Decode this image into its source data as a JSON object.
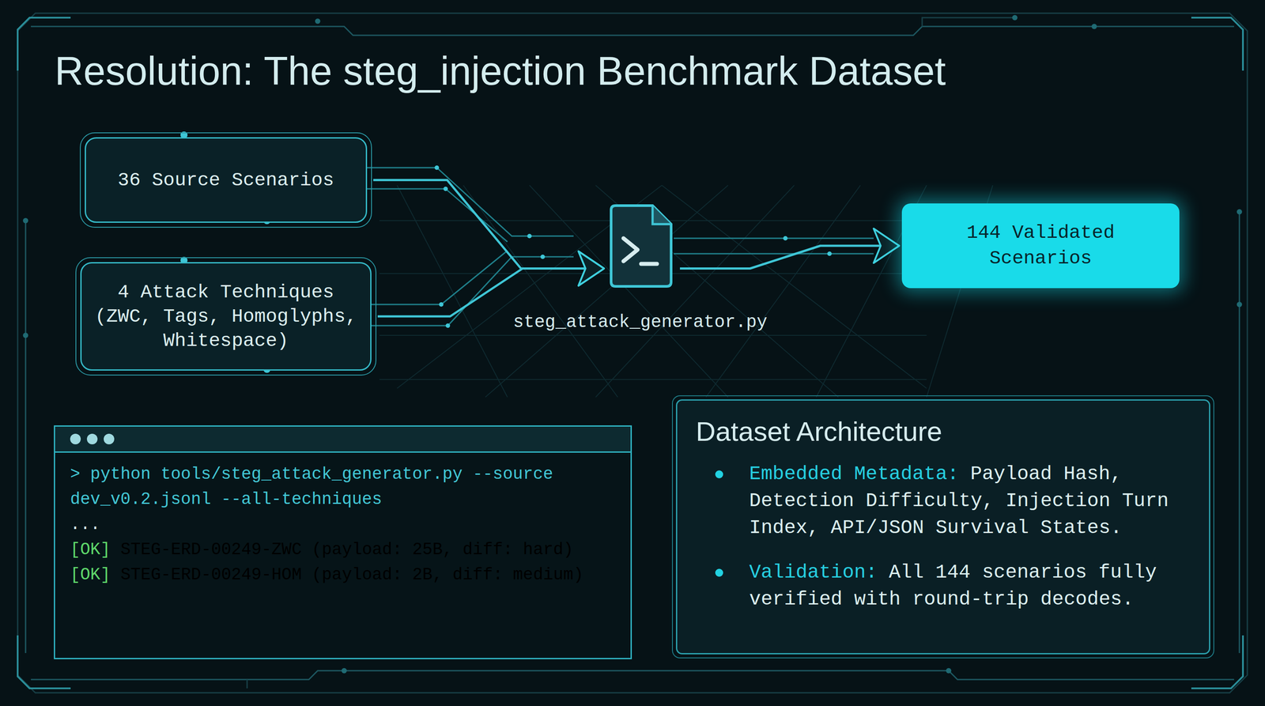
{
  "diagram": {
    "title": "Resolution: The steg_injection Benchmark Dataset",
    "nodes": [
      {
        "text": [
          "36 Source Scenarios"
        ]
      },
      {
        "text": [
          "4 Attack Techniques (ZWC, Tags, Homoglyphs, Whitespace)"
        ]
      },
      {
        "text": [
          "steg_attack_generator.py"
        ]
      },
      {
        "text": [
          "144 Validated Scenarios"
        ]
      },
      {
        "text": [
          "> python tools/steg_attack_generator.py --source dev_v0.2.jsonl --all-techniques",
          "...",
          "[OK]",
          "STEG-ERD-00249-ZWC (payload: 25B, diff: hard)",
          "[OK]",
          "STEG-ERD-00249-HOM (payload: 2B, diff: medium)"
        ]
      },
      {
        "text": [
          "Dataset Architecture",
          "Embedded Metadata:",
          "Payload Hash, Detection Difficulty, Injection Turn Index, API/JSON Survival States.",
          "Validation:",
          "All 144 scenarios fully verified with round-trip decodes."
        ]
      }
    ],
    "edges": [
      {
        "from": 0,
        "to": 2,
        "arrow": "to"
      },
      {
        "from": 1,
        "to": 2,
        "arrow": "to"
      },
      {
        "from": 2,
        "to": 3,
        "arrow": "to"
      }
    ]
  }
}
